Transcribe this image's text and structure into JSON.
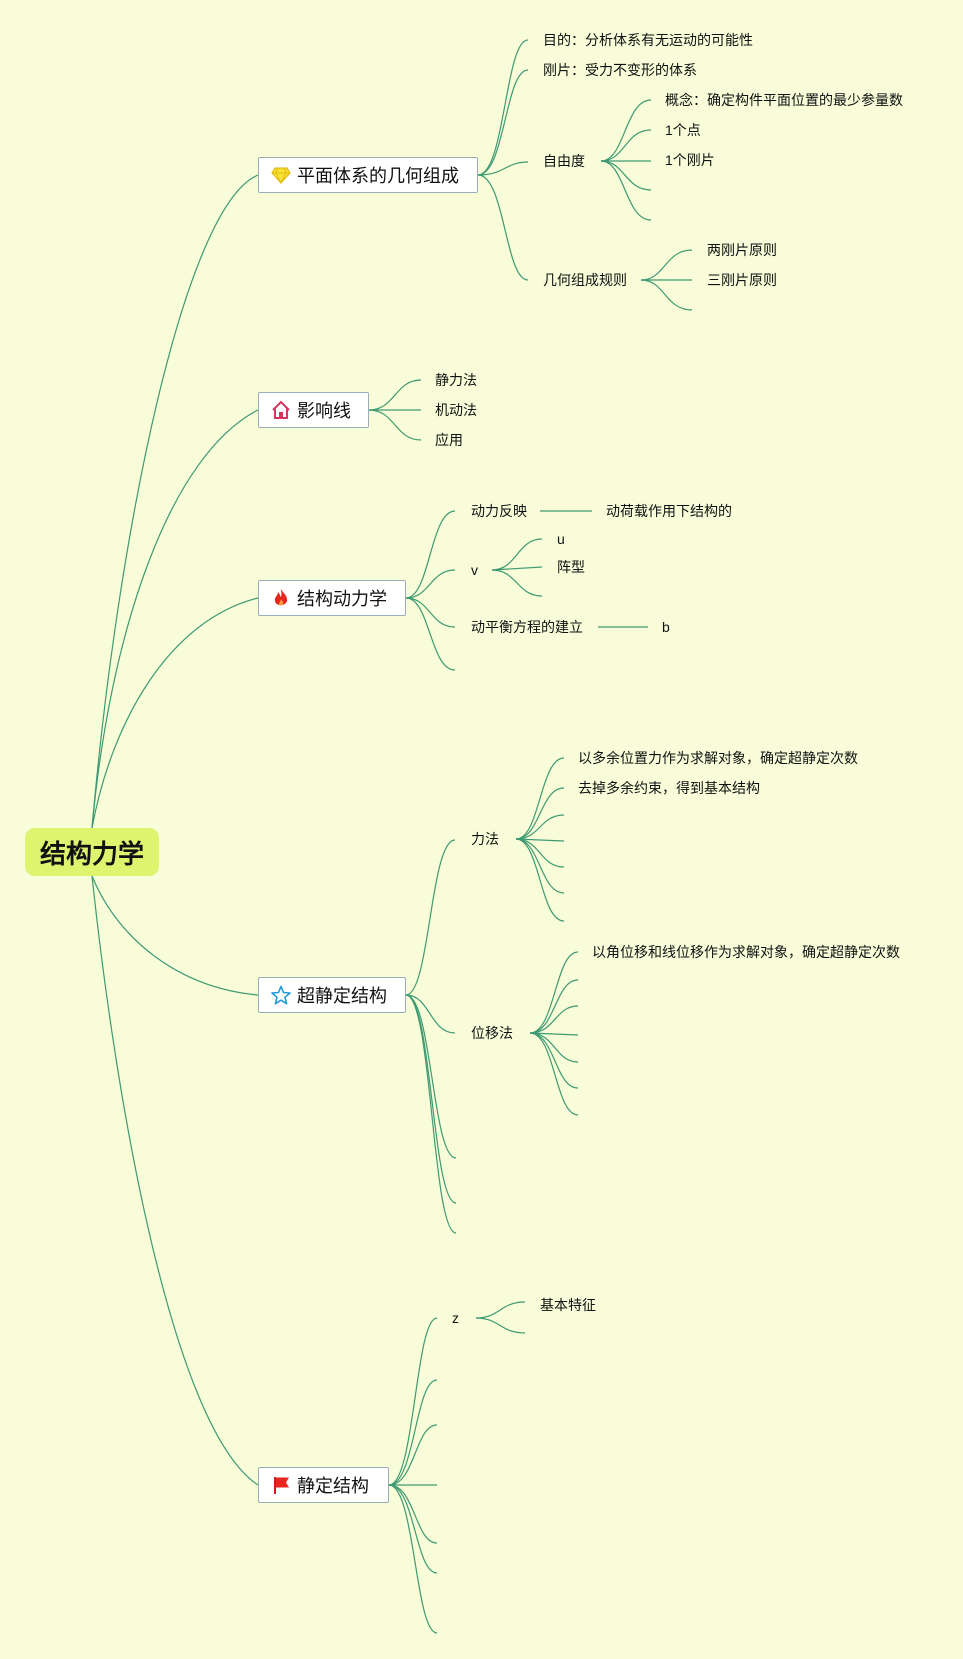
{
  "root": {
    "label": "结构力学"
  },
  "branches": {
    "b1": {
      "label": "平面体系的几何组成",
      "icon": "diamond-icon"
    },
    "b2": {
      "label": "影响线",
      "icon": "house-icon"
    },
    "b3": {
      "label": "结构动力学",
      "icon": "flame-icon"
    },
    "b4": {
      "label": "超静定结构",
      "icon": "star-icon"
    },
    "b5": {
      "label": "静定结构",
      "icon": "flag-icon"
    }
  },
  "nodes": {
    "b1_purpose": "目的：分析体系有无运动的可能性",
    "b1_rigid": "刚片：受力不变形的体系",
    "b1_dof": "自由度",
    "b1_dof_concept": "概念：确定构件平面位置的最少参量数",
    "b1_dof_point": "1个点",
    "b1_dof_rigid": "1个刚片",
    "b1_rules": "几何组成规则",
    "b1_rules_two": "两刚片原则",
    "b1_rules_three": "三刚片原则",
    "b2_static": "静力法",
    "b2_kinematic": "机动法",
    "b2_apply": "应用",
    "b3_reflect": "动力反映",
    "b3_reflect_load": "动荷载作用下结构的",
    "b3_v": "v",
    "b3_v_u": "u",
    "b3_v_matrix": "阵型",
    "b3_equation": "动平衡方程的建立",
    "b3_equation_b": "b",
    "b4_force": "力法",
    "b4_force_1": "以多余位置力作为求解对象，确定超静定次数",
    "b4_force_2": "去掉多余约束，得到基本结构",
    "b4_disp": "位移法",
    "b4_disp_1": "以角位移和线位移作为求解对象，确定超静定次数",
    "b5_z": "z",
    "b5_z_feature": "基本特征"
  },
  "colors": {
    "background": "#f8fcd9",
    "root_fill": "#def46e",
    "edge": "#3e9a72",
    "branch_border": "#9aaeb8"
  }
}
